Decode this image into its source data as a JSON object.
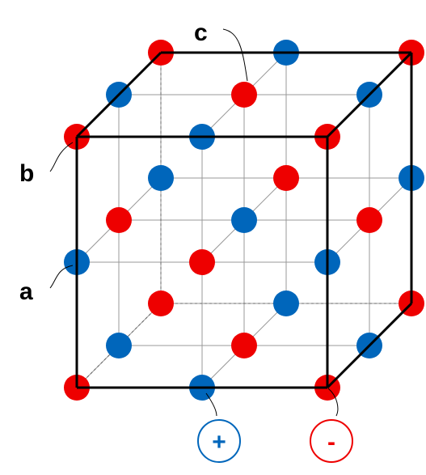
{
  "labels": {
    "a": "a",
    "b": "b",
    "c": "c"
  },
  "legend": {
    "cation": {
      "symbol": "+",
      "color": "#0066bb"
    },
    "anion": {
      "symbol": "-",
      "color": "#ee0000"
    }
  },
  "colors": {
    "cation": "#0066bb",
    "anion": "#ee0000",
    "edge": "#000000",
    "grid": "#999999"
  },
  "lattice": {
    "cells_per_edge": 2,
    "corner_ion": "anion"
  }
}
